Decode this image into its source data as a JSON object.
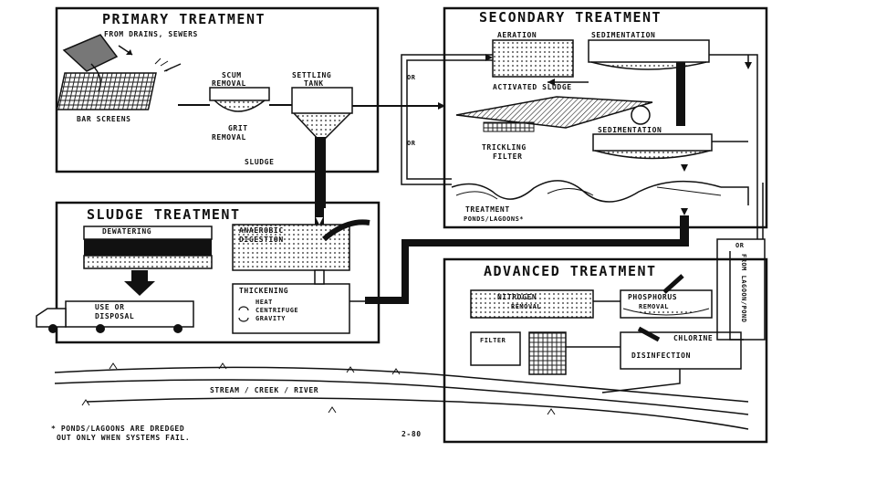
{
  "sections": {
    "primary": "PRIMARY TREATMENT",
    "secondary": "SECONDARY TREATMENT",
    "sludge": "SLUDGE TREATMENT",
    "advanced": "ADVANCED TREATMENT"
  },
  "primary_labels": {
    "from_drains": "FROM DRAINS, SEWERS",
    "scum": "SCUM",
    "removal": "REMOVAL",
    "settling": "SETTLING",
    "tank": "TANK",
    "bar_screens": "BAR SCREENS",
    "grit": "GRIT",
    "grit_removal": "REMOVAL",
    "sludge": "SLUDGE"
  },
  "secondary_labels": {
    "aeration": "AERATION",
    "sedimentation_top": "SEDIMENTATION",
    "activated_sludge": "ACTIVATED SLUDGE",
    "sedimentation_mid": "SEDIMENTATION",
    "trickling": "TRICKLING",
    "filter": "FILTER",
    "treatment": "TREATMENT",
    "ponds": "PONDS/LAGOONS*",
    "or1": "OR",
    "or2": "OR"
  },
  "sludge_labels": {
    "dewatering": "DEWATERING",
    "anaerobic": "ANAEROBIC",
    "digestion": "DIGESTION",
    "use_or": "USE OR",
    "disposal": "DISPOSAL",
    "thickening": "THICKENING",
    "heat": "HEAT",
    "centrifuge": "CENTRIFUGE",
    "gravity": "GRAVITY"
  },
  "advanced_labels": {
    "nitrogen": "NITROGEN",
    "nitrogen_removal": "REMOVAL",
    "phosphorus": "PHOSPHORUS",
    "phosphorus_removal": "REMOVAL",
    "filter": "FILTER",
    "chlorine": "CHLORINE",
    "disinfection": "DISINFECTION",
    "or": "OR",
    "side": "FROM LAGOON/POND"
  },
  "stream": "STREAM / CREEK / RIVER",
  "footnote_line1": "* PONDS/LAGOONS ARE DREDGED",
  "footnote_line2": "OUT ONLY WHEN SYSTEMS FAIL.",
  "page_number": "2-80"
}
